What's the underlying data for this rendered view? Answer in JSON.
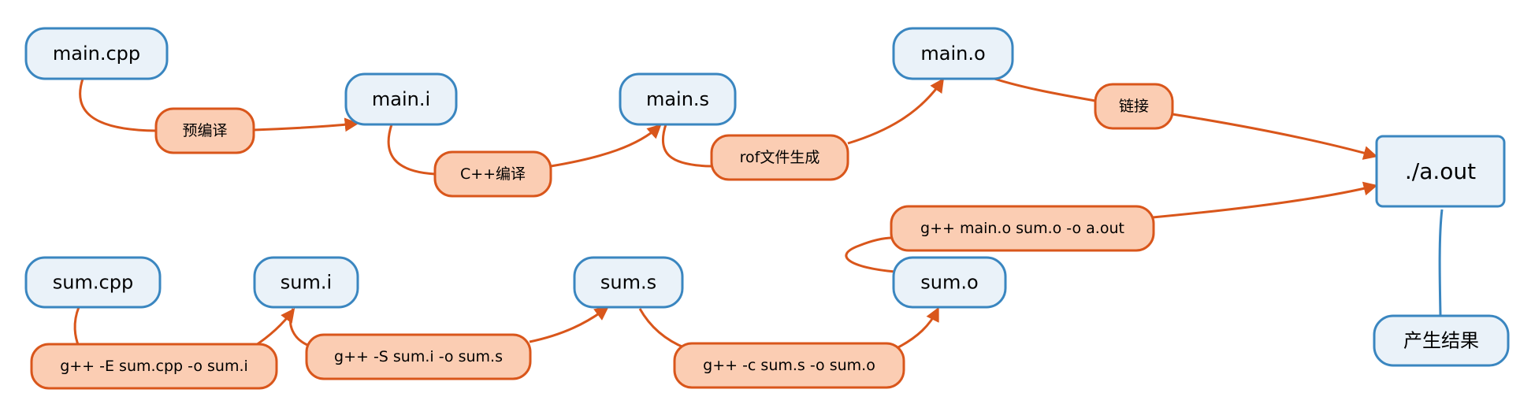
{
  "colors": {
    "file_fill": "#EAF2F9",
    "file_stroke": "#3A86C0",
    "step_fill": "#FBCDB3",
    "step_stroke": "#D9561B",
    "edge": "#D9561B",
    "result_edge": "#3A86C0"
  },
  "nodes": {
    "main_cpp": "main.cpp",
    "main_i": "main.i",
    "main_s": "main.s",
    "main_o": "main.o",
    "sum_cpp": "sum.cpp",
    "sum_i": "sum.i",
    "sum_s": "sum.s",
    "sum_o": "sum.o",
    "a_out": "./a.out",
    "result": "产生结果"
  },
  "steps": {
    "preprocess": "预编译",
    "compile": "C++编译",
    "assemble": "rof文件生成",
    "link": "链接",
    "gpp_E": "g++ -E sum.cpp -o sum.i",
    "gpp_S": "g++ -S sum.i -o sum.s",
    "gpp_c": "g++ -c sum.s -o sum.o",
    "gpp_link": "g++ main.o sum.o -o a.out"
  }
}
